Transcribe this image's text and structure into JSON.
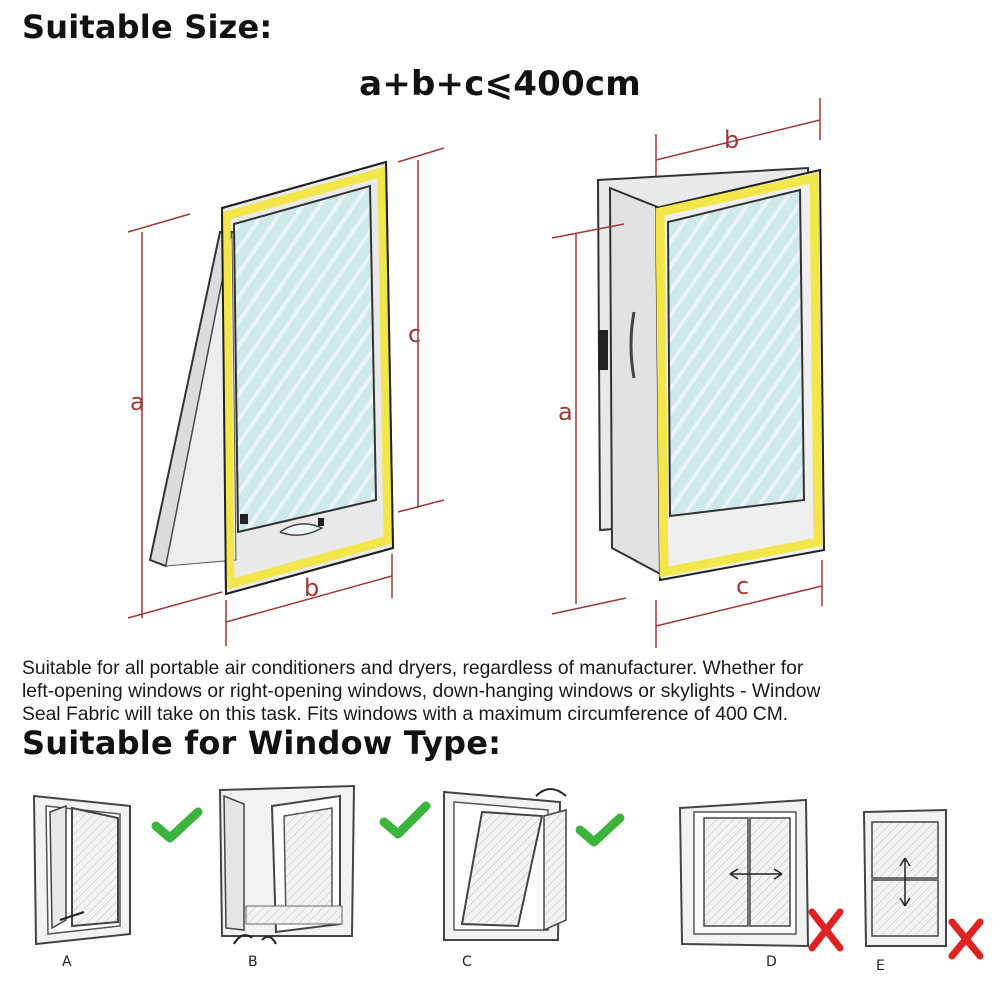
{
  "title": "Suitable Size:",
  "formula": "a+b+c⩽400cm",
  "description_lines": [
    "Suitable for all portable air conditioners and dryers, regardless of manufacturer. Whether for",
    "left-opening windows or right-opening windows, down-hanging windows or skylights - Window",
    "Seal Fabric  will take on this task. Fits windows with a maximum circumference of 400 CM."
  ],
  "section_title": "Suitable for Window Type:",
  "diagram_left": {
    "labels": {
      "a": "a",
      "b": "b",
      "c": "c"
    }
  },
  "diagram_right": {
    "labels": {
      "a": "a",
      "b": "b",
      "c": "c"
    }
  },
  "window_types": [
    {
      "letter": "A",
      "suitable": true
    },
    {
      "letter": "B",
      "suitable": true
    },
    {
      "letter": "C",
      "suitable": true
    },
    {
      "letter": "D",
      "suitable": false
    },
    {
      "letter": "E",
      "suitable": false
    }
  ],
  "colors": {
    "dimension": "#a03838",
    "seal": "#f2e64a",
    "glass": "#cfe8ea",
    "check": "#3cb33c",
    "cross": "#e02222"
  }
}
